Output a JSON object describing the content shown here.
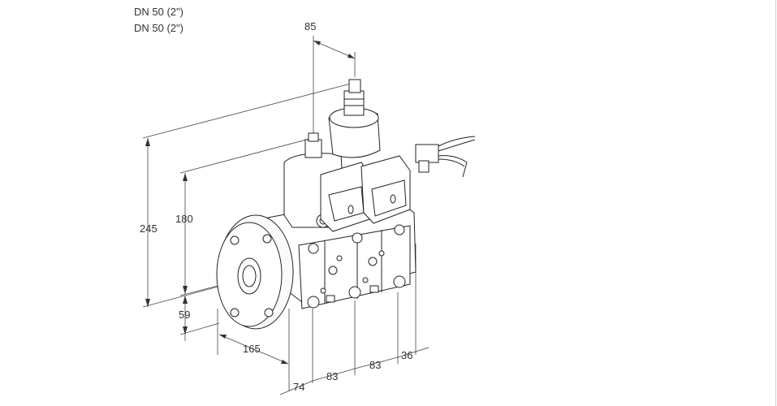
{
  "header": {
    "line1": "DN 50 (2\")",
    "line2": "DN 50 (2\")"
  },
  "dimensions": {
    "top_width": "85",
    "total_height": "245",
    "actuator_height": "180",
    "base_height": "59",
    "flange_length": "165",
    "offset_a": "74",
    "pitch_1": "83",
    "pitch_2": "83",
    "offset_b": "36"
  }
}
